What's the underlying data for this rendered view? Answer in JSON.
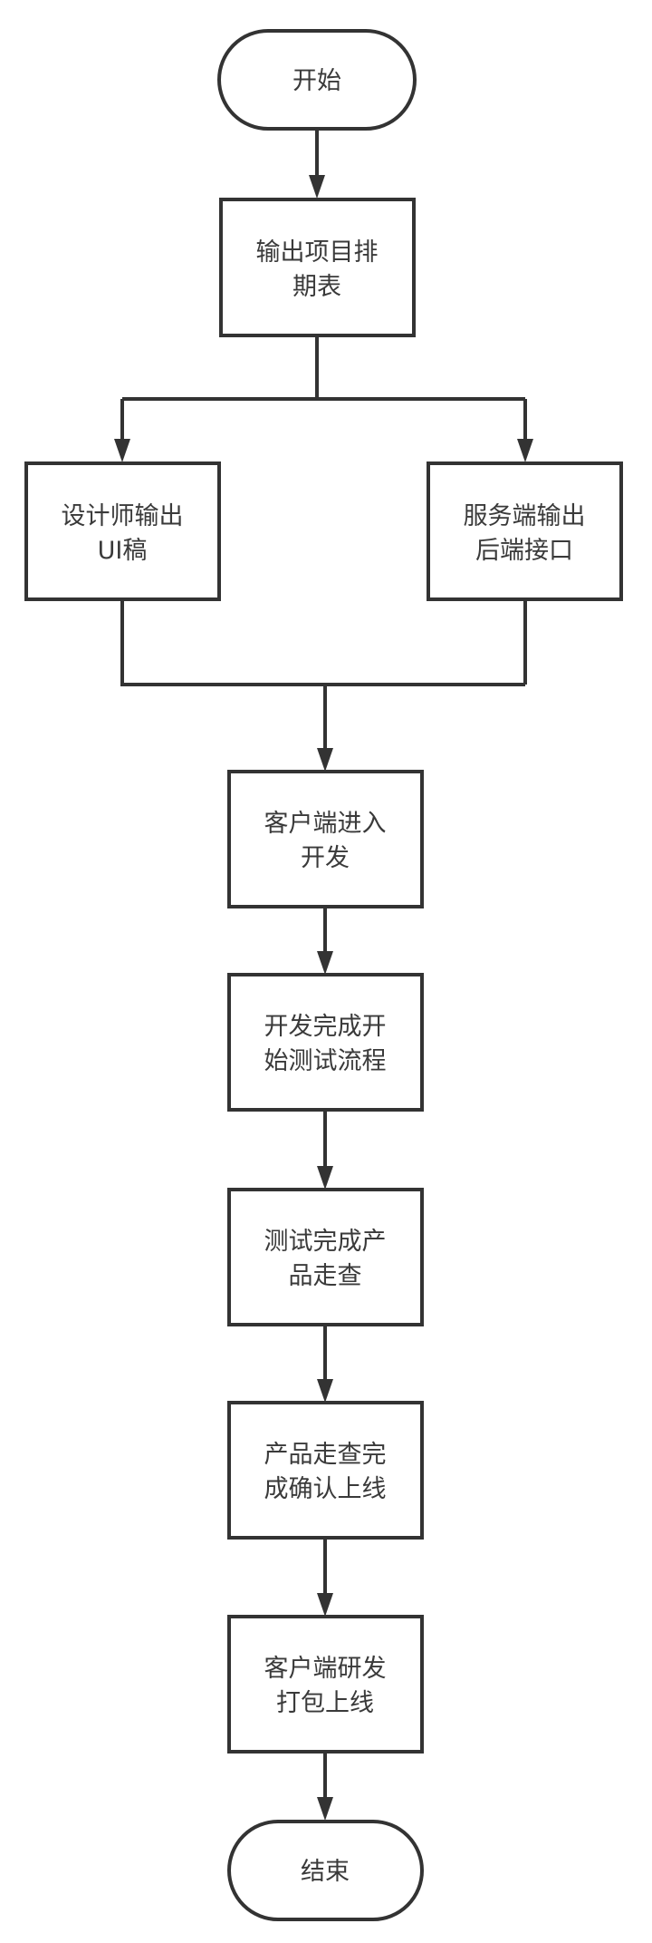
{
  "diagram": {
    "type": "flowchart",
    "nodes": [
      {
        "id": "start",
        "kind": "terminal",
        "lines": [
          "开始"
        ]
      },
      {
        "id": "schedule",
        "kind": "process",
        "lines": [
          "输出项目排",
          "期表"
        ]
      },
      {
        "id": "design",
        "kind": "process",
        "lines": [
          "设计师输出",
          "UI稿"
        ]
      },
      {
        "id": "backend",
        "kind": "process",
        "lines": [
          "服务端输出",
          "后端接口"
        ]
      },
      {
        "id": "client-dev",
        "kind": "process",
        "lines": [
          "客户端进入",
          "开发"
        ]
      },
      {
        "id": "testing",
        "kind": "process",
        "lines": [
          "开发完成开",
          "始测试流程"
        ]
      },
      {
        "id": "walkthrough",
        "kind": "process",
        "lines": [
          "测试完成产",
          "品走查"
        ]
      },
      {
        "id": "confirm",
        "kind": "process",
        "lines": [
          "产品走查完",
          "成确认上线"
        ]
      },
      {
        "id": "release",
        "kind": "process",
        "lines": [
          "客户端研发",
          "打包上线"
        ]
      },
      {
        "id": "end",
        "kind": "terminal",
        "lines": [
          "结束"
        ]
      }
    ],
    "edges": [
      {
        "from": "start",
        "to": "schedule"
      },
      {
        "from": "schedule",
        "to": "design"
      },
      {
        "from": "schedule",
        "to": "backend"
      },
      {
        "from": "design",
        "to": "client-dev"
      },
      {
        "from": "backend",
        "to": "client-dev"
      },
      {
        "from": "client-dev",
        "to": "testing"
      },
      {
        "from": "testing",
        "to": "walkthrough"
      },
      {
        "from": "walkthrough",
        "to": "confirm"
      },
      {
        "from": "confirm",
        "to": "release"
      },
      {
        "from": "release",
        "to": "end"
      }
    ]
  }
}
